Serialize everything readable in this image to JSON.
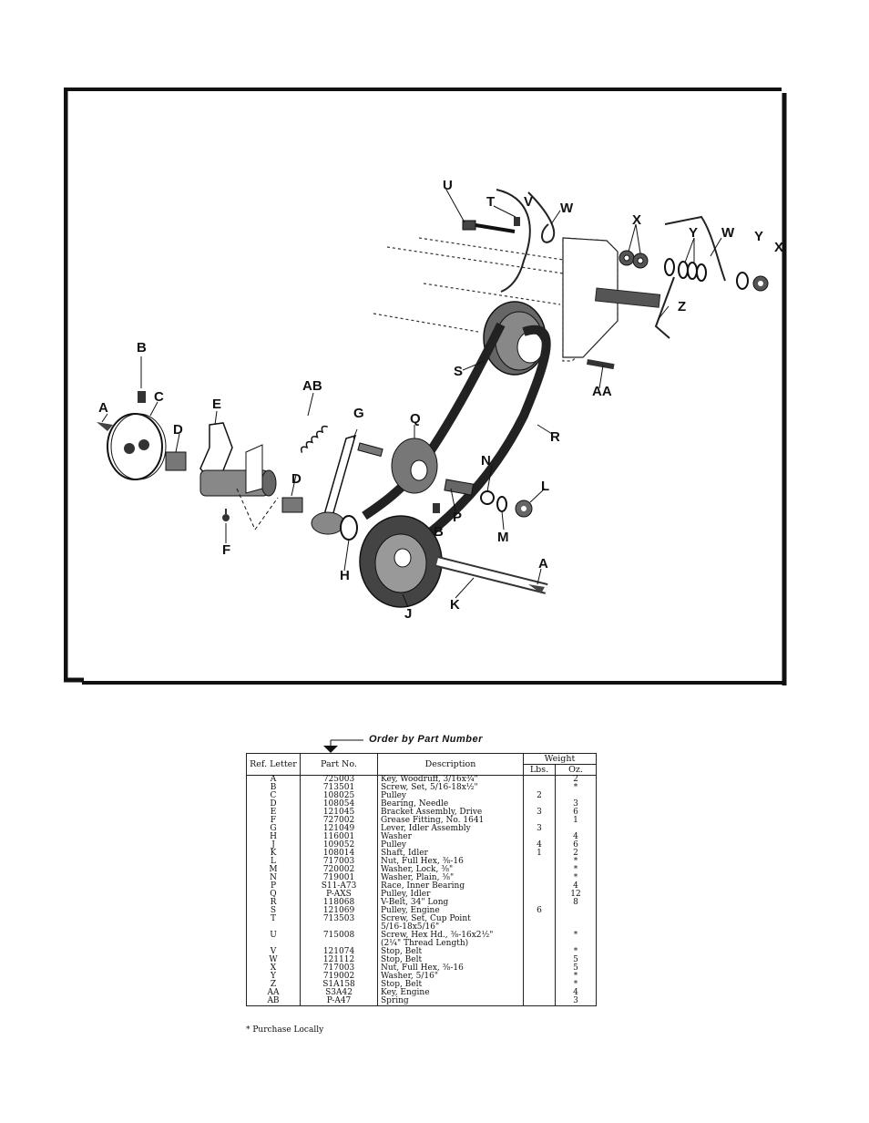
{
  "labels": {
    "U": "U",
    "T": "T",
    "V": "V",
    "W1": "W",
    "X1": "X",
    "Y1": "Y",
    "W2": "W",
    "Y2": "Y",
    "X2": "X",
    "Z": "Z",
    "AA": "AA",
    "S": "S",
    "R": "R",
    "B1": "B",
    "C": "C",
    "A1": "A",
    "D1": "D",
    "E": "E",
    "AB": "AB",
    "G": "G",
    "Q": "Q",
    "N": "N",
    "L": "L",
    "D2": "D",
    "F": "F",
    "P": "P",
    "B2": "B",
    "M": "M",
    "H": "H",
    "A2": "A",
    "J": "J",
    "K": "K"
  },
  "order_text": "Order by Part Number",
  "table": {
    "headers": {
      "ref": "Ref. Letter",
      "part": "Part No.",
      "desc": "Description",
      "weight": "Weight",
      "lbs": "Lbs.",
      "oz": "Oz."
    },
    "rows": [
      {
        "ref": "A",
        "part": "725003",
        "desc": "Key, Woodruff, 3/16x¾\"",
        "lbs": "",
        "oz": "2"
      },
      {
        "ref": "B",
        "part": "713501",
        "desc": "Screw, Set, 5/16-18x½\"",
        "lbs": "",
        "oz": "*"
      },
      {
        "ref": "C",
        "part": "108025",
        "desc": "Pulley",
        "lbs": "2",
        "oz": ""
      },
      {
        "ref": "D",
        "part": "108054",
        "desc": "Bearing, Needle",
        "lbs": "",
        "oz": "3"
      },
      {
        "ref": "E",
        "part": "121045",
        "desc": "Bracket Assembly, Drive",
        "lbs": "3",
        "oz": "6"
      },
      {
        "ref": "F",
        "part": "727002",
        "desc": "Grease Fitting, No. 1641",
        "lbs": "",
        "oz": "1"
      },
      {
        "ref": "G",
        "part": "121049",
        "desc": "Lever, Idler Assembly",
        "lbs": "3",
        "oz": ""
      },
      {
        "ref": "H",
        "part": "116001",
        "desc": "Washer",
        "lbs": "",
        "oz": "4"
      },
      {
        "ref": "J",
        "part": "109052",
        "desc": "Pulley",
        "lbs": "4",
        "oz": "6"
      },
      {
        "ref": "K",
        "part": "108014",
        "desc": "Shaft, Idler",
        "lbs": "1",
        "oz": "2"
      },
      {
        "ref": "L",
        "part": "717003",
        "desc": "Nut, Full Hex, ⅜-16",
        "lbs": "",
        "oz": "*"
      },
      {
        "ref": "M",
        "part": "720002",
        "desc": "Washer, Lock, ⅜\"",
        "lbs": "",
        "oz": "*"
      },
      {
        "ref": "N",
        "part": "719001",
        "desc": "Washer, Plain, ⅜\"",
        "lbs": "",
        "oz": "*"
      },
      {
        "ref": "P",
        "part": "S11-A73",
        "desc": "Race, Inner Bearing",
        "lbs": "",
        "oz": "4"
      },
      {
        "ref": "Q",
        "part": "P-AXS",
        "desc": "Pulley, Idler",
        "lbs": "",
        "oz": "12"
      },
      {
        "ref": "R",
        "part": "118068",
        "desc": "V-Belt, 34\" Long",
        "lbs": "",
        "oz": "8"
      },
      {
        "ref": "S",
        "part": "121069",
        "desc": "Pulley, Engine",
        "lbs": "6",
        "oz": ""
      },
      {
        "ref": "T",
        "part": "713503",
        "desc": "Screw, Set, Cup Point",
        "lbs": "",
        "oz": ""
      },
      {
        "ref": "",
        "part": "",
        "desc": "5/16-18x5/16\"",
        "lbs": "",
        "oz": ""
      },
      {
        "ref": "U",
        "part": "715008",
        "desc": "Screw, Hex Hd., ⅜-16x2½\"",
        "lbs": "",
        "oz": "*"
      },
      {
        "ref": "",
        "part": "",
        "desc": "(2¼\" Thread Length)",
        "lbs": "",
        "oz": ""
      },
      {
        "ref": "V",
        "part": "121074",
        "desc": "Stop, Belt",
        "lbs": "",
        "oz": "*"
      },
      {
        "ref": "W",
        "part": "121112",
        "desc": "Stop, Belt",
        "lbs": "",
        "oz": "5"
      },
      {
        "ref": "X",
        "part": "717003",
        "desc": "Nut, Full Hex, ⅜-16",
        "lbs": "",
        "oz": "5"
      },
      {
        "ref": "Y",
        "part": "719002",
        "desc": "Washer, 5/16\"",
        "lbs": "",
        "oz": "*"
      },
      {
        "ref": "Z",
        "part": "S1A158",
        "desc": "Stop, Belt",
        "lbs": "",
        "oz": "*"
      },
      {
        "ref": "AA",
        "part": "S3A42",
        "desc": "Key, Engine",
        "lbs": "",
        "oz": "4"
      },
      {
        "ref": "AB",
        "part": "P-A47",
        "desc": "Spring",
        "lbs": "",
        "oz": "3"
      }
    ]
  },
  "footnote": "* Purchase Locally"
}
